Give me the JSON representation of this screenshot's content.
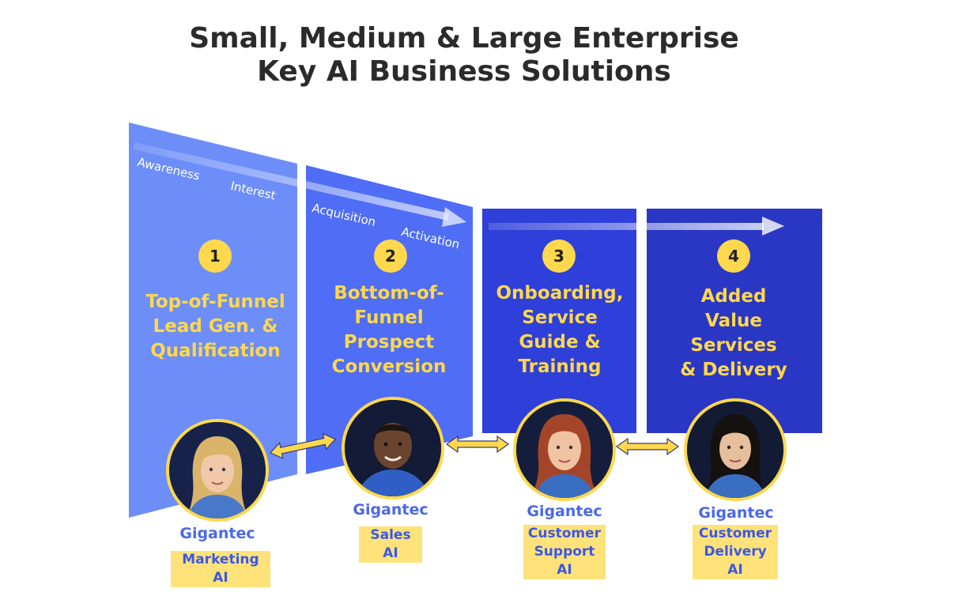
{
  "title": {
    "line1": "Small, Medium & Large Enterprise",
    "line2": "Key AI Business Solutions"
  },
  "colors": {
    "panel1": "#6d8ef8",
    "panel2": "#4f6ef5",
    "panel3": "#2f3fd9",
    "panel4": "#2a37c4",
    "accent_yellow": "#ffd84d",
    "brand_blue": "#4a68e8"
  },
  "flow_labels": {
    "awareness": "Awareness",
    "interest": "Interest",
    "acquisition": "Acquisition",
    "activation": "Activation"
  },
  "steps": [
    {
      "number": "1",
      "title": "Top-of-Funnel\nLead Gen. &\nQualification"
    },
    {
      "number": "2",
      "title": "Bottom-of-\nFunnel\nProspect\nConversion"
    },
    {
      "number": "3",
      "title": "Onboarding,\nService\nGuide &\nTraining"
    },
    {
      "number": "4",
      "title": "Added\nValue\nServices\n& Delivery"
    }
  ],
  "agents": [
    {
      "brand": "Gigantec",
      "role": "Marketing AI",
      "avatar_icon": "woman-blonde-avatar"
    },
    {
      "brand": "Gigantec",
      "role": "Sales AI",
      "avatar_icon": "man-avatar"
    },
    {
      "brand": "Gigantec",
      "role": "Customer\nSupport AI",
      "avatar_icon": "woman-redhead-avatar"
    },
    {
      "brand": "Gigantec",
      "role": "Customer\nDelivery AI",
      "avatar_icon": "woman-dark-hair-avatar"
    }
  ],
  "connector_icon": "double-arrow-icon"
}
